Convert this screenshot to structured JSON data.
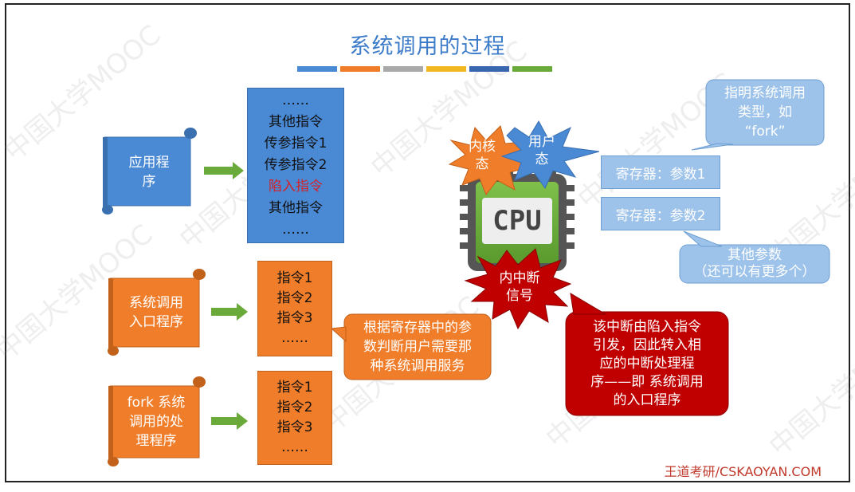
{
  "title": "系统调用的过程",
  "title_bar_colors": [
    "#4a89d4",
    "#f07d2a",
    "#a9a9a9",
    "#f2b821",
    "#3a66b0",
    "#6aaa3a"
  ],
  "app_scroll": {
    "label": "应用程\n序"
  },
  "instr_block": {
    "lines": [
      "……",
      "其他指令",
      "传参指令1",
      "传参指令2",
      "陷入指令",
      "其他指令",
      "……"
    ]
  },
  "syscall_entry_scroll": {
    "label": "系统调用\n入口程序"
  },
  "syscall_entry_block": {
    "lines": [
      "指令1",
      "指令2",
      "指令3",
      "……"
    ]
  },
  "fork_scroll": {
    "label": "fork 系统\n调用的处\n理程序"
  },
  "fork_block": {
    "lines": [
      "指令1",
      "指令2",
      "指令3",
      "……"
    ]
  },
  "callout_dispatch": "根据寄存器中的参\n数判断用户需要那\n种系统调用服务",
  "kernel_mode_burst": "内核\n态",
  "user_mode_burst": "用户\n态",
  "cpu_label": "CPU",
  "interrupt_burst": "内中断\n信号",
  "callout_interrupt": "该中断由陷入指令\n引发，因此转入相\n应的中断处理程\n序——即 系统调用\n的入口程序",
  "callout_type": "指明系统调用\n类型，如\n“fork”",
  "register1": "寄存器：参数1",
  "register2": "寄存器：参数2",
  "callout_params": "其他参数\n（还可以有更多个）",
  "watermark": "中国大学MOOC",
  "brand": "王道考研/CSKAOYAN.COM",
  "colors": {
    "blue": "#4a89d4",
    "orange": "#f07d2a",
    "red": "#c00000",
    "green": "#6aaa3a",
    "light_blue": "#9dc3ea"
  }
}
